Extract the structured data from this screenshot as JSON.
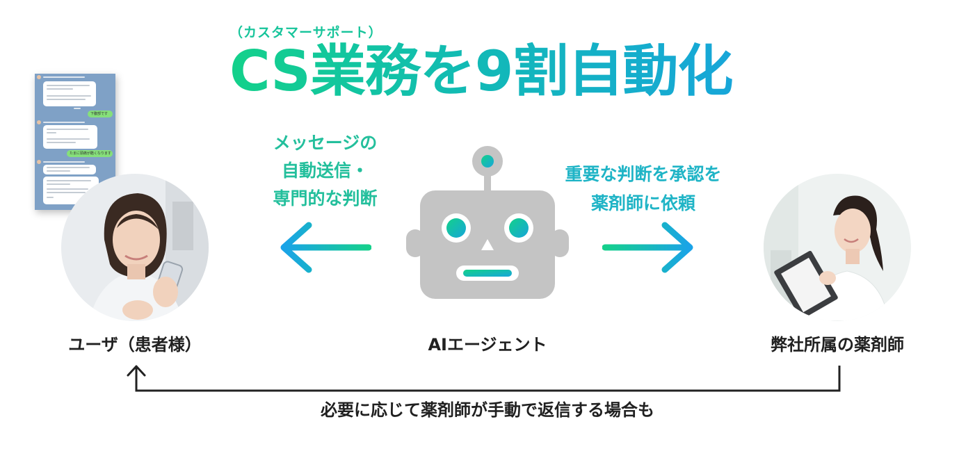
{
  "header": {
    "subtitle": "（カスタマーサポート）",
    "title": "CS業務を9割自動化"
  },
  "left_caption": {
    "line1": "メッセージの",
    "line2": "自動送信・",
    "line3": "専門的な判断"
  },
  "right_caption": {
    "line1": "重要な判断を承認を",
    "line2": "薬剤師に依頼"
  },
  "nodes": {
    "user": "ユーザ（患者様）",
    "agent": "AIエージェント",
    "pharmacist": "弊社所属の薬剤師"
  },
  "footer": "必要に応じて薬剤師が手動で返信する場合も",
  "chat": {
    "reply1": "下腹部です",
    "reply2": "たまに頭痛が酷くなります"
  },
  "colors": {
    "accent_green": "#13d18a",
    "accent_blue": "#17a6d9",
    "robot_gray": "#c4c4c4"
  },
  "icons": {
    "robot": "robot-icon",
    "arrow_left": "arrow-left-icon",
    "arrow_right": "arrow-right-icon",
    "arrow_return": "arrow-up-icon"
  }
}
